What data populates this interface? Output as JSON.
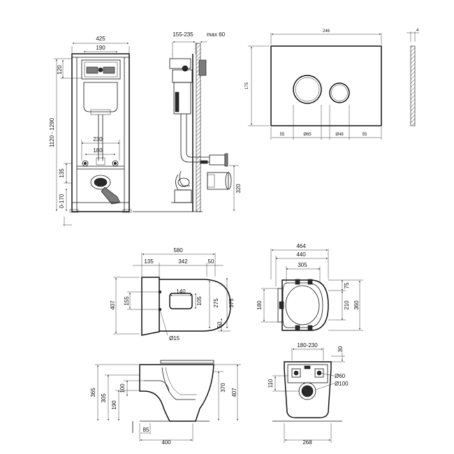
{
  "frame_views": {
    "front": {
      "width": "425",
      "top_width": "190",
      "height_range": "1120 - 1290",
      "top_offset": "120",
      "bolt_spacing_outer": "230",
      "bolt_spacing_inner": "180",
      "drain_height": "135",
      "foot_range": "0-170"
    },
    "side": {
      "depth_range": "155-235",
      "max_offset": "max 60",
      "outlet_height": "320"
    }
  },
  "flush_plate": {
    "width": "246",
    "height": "175",
    "thickness": "4",
    "left_margin": "55",
    "big_button": "Ø65",
    "small_button": "Ø48",
    "right_margin": "55"
  },
  "bowl_top_view": {
    "length": "580",
    "seg_a": "135",
    "seg_b": "342",
    "seg_c": "50",
    "width": "407",
    "hole_spacing": "155",
    "inner_w": "140",
    "inner_h": "105",
    "dim_275": "275",
    "dim_375": "375",
    "dim_50": "50",
    "hole_diameter": "Ø15"
  },
  "seat_top_view": {
    "outer": "464",
    "mid": "440",
    "inner": "305",
    "hinge": "180",
    "dim_75": "75",
    "dim_210": "210",
    "dim_360": "360"
  },
  "bowl_side_view": {
    "h1": "365",
    "h2": "305",
    "h3": "190",
    "h4": "100",
    "h5": "370",
    "h6": "407",
    "base": "85",
    "length": "400"
  },
  "bowl_rear_view": {
    "bolt_range": "180-230",
    "top": "30",
    "outlet_height": "110",
    "inlet": "Ø60",
    "outlet": "Ø100",
    "width": "268"
  }
}
